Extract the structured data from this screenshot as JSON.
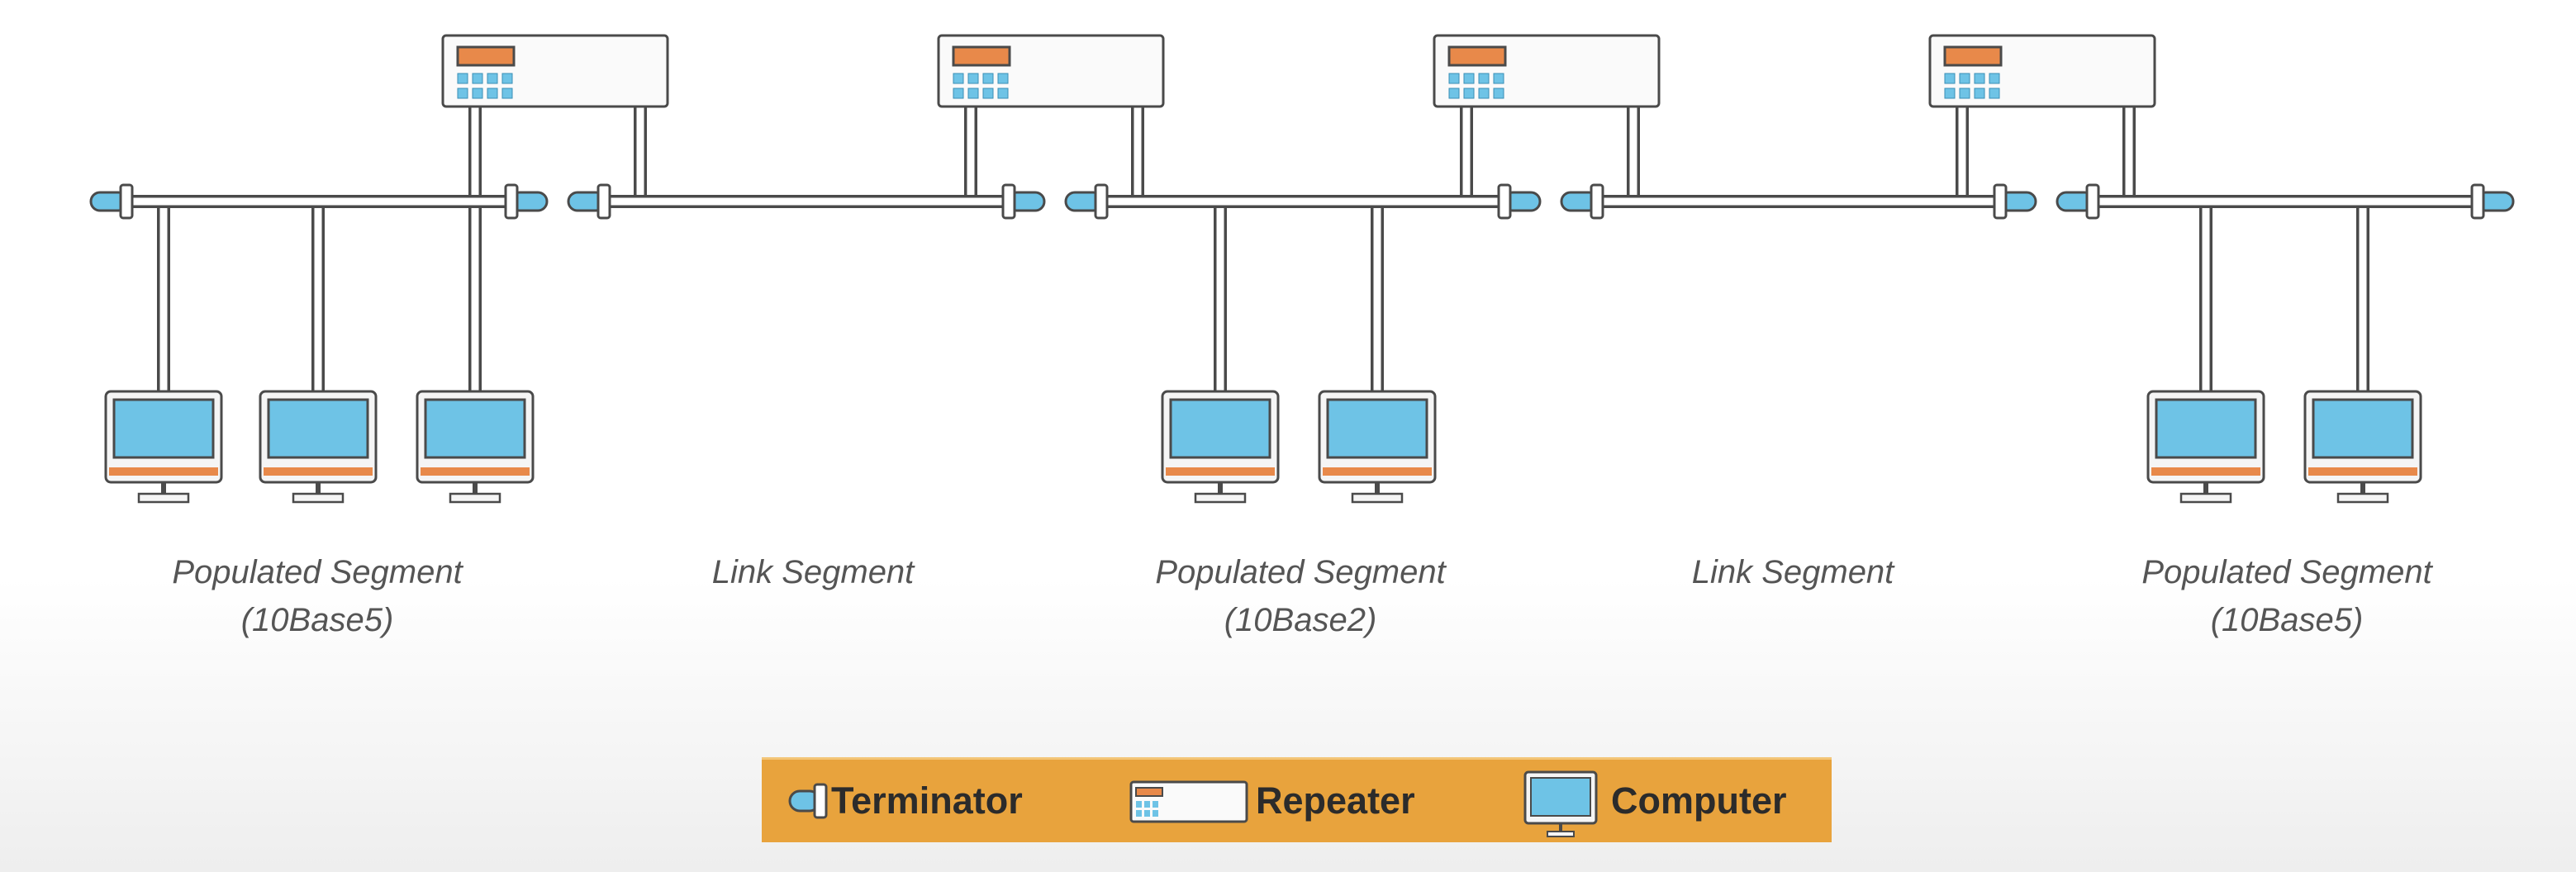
{
  "segments": [
    {
      "line1": "Populated Segment",
      "line2": "(10Base5)"
    },
    {
      "line1": "Link Segment",
      "line2": ""
    },
    {
      "line1": "Populated Segment",
      "line2": "(10Base2)"
    },
    {
      "line1": "Link Segment",
      "line2": ""
    },
    {
      "line1": "Populated Segment",
      "line2": "(10Base5)"
    }
  ],
  "legend": {
    "terminator_label": "Terminator",
    "repeater_label": "Repeater",
    "computer_label": "Computer"
  },
  "colors": {
    "orange": "#e8894a",
    "screen_blue": "#6ec3e6",
    "legend_bg": "#e8a33d",
    "line_gray": "#4a4a4a"
  }
}
